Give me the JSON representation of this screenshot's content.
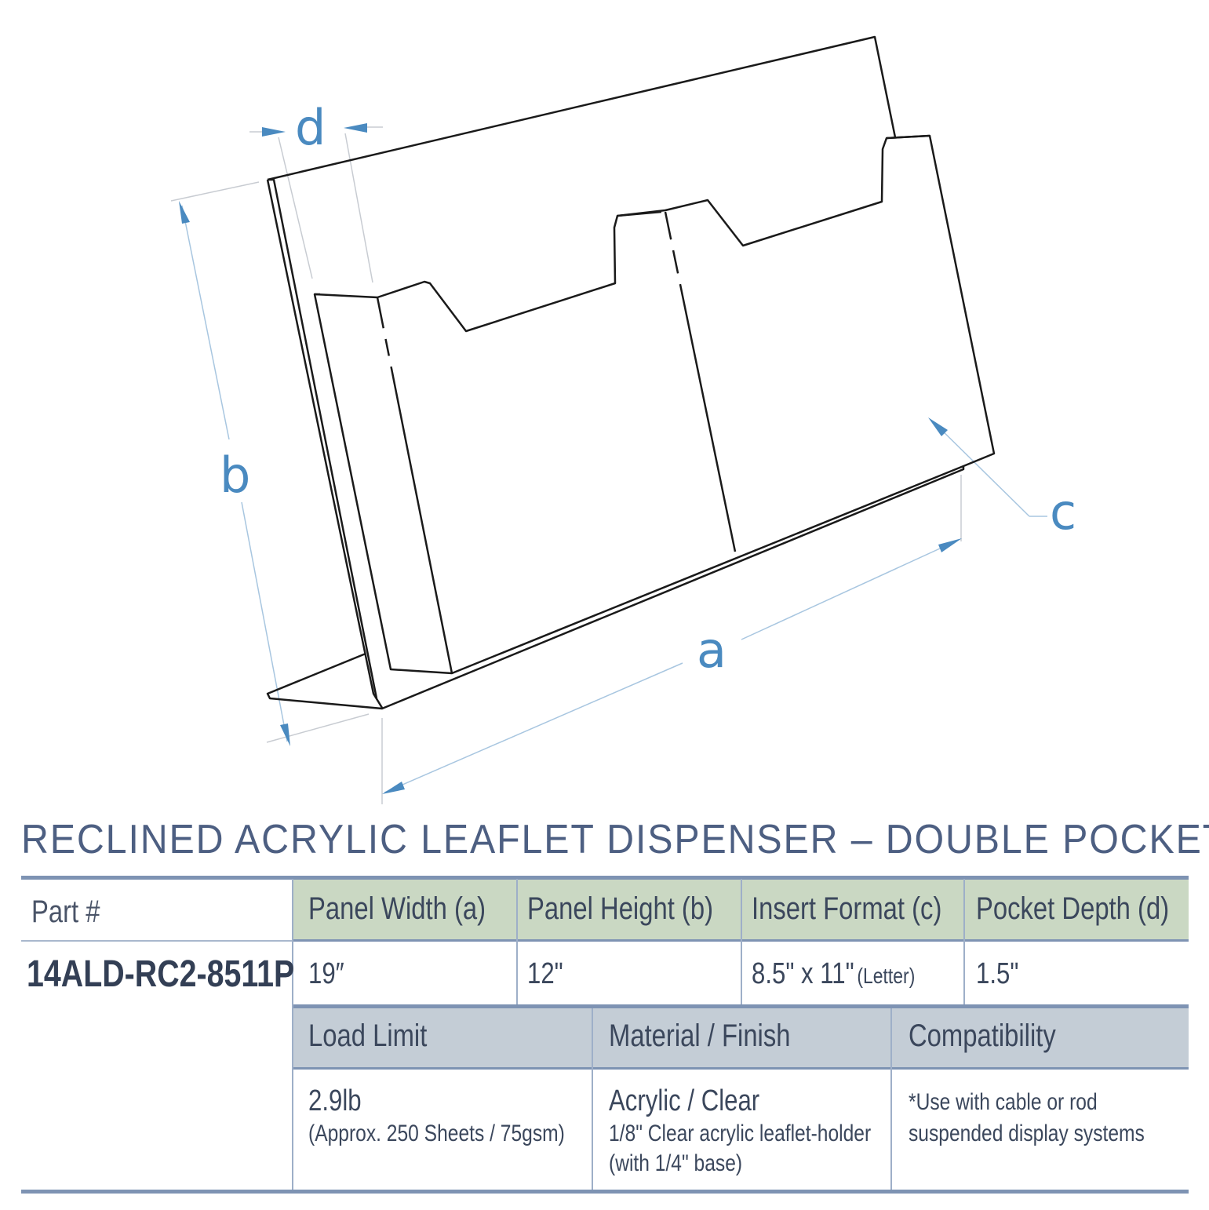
{
  "diagram": {
    "labels": {
      "a": "a",
      "b": "b",
      "c": "c",
      "d": "d"
    },
    "colors": {
      "dimension": "#4a8ac0",
      "outline": "#1a1a1a",
      "extension": "#c8ccd2"
    }
  },
  "title": "RECLINED ACRYLIC LEAFLET DISPENSER – DOUBLE POCKET",
  "table": {
    "part_label": "Part #",
    "part_number": "14ALD-RC2-8511P",
    "headers_top": [
      "Panel Width (a)",
      "Panel Height (b)",
      "Insert Format (c)",
      "Pocket Depth (d)"
    ],
    "values_top": {
      "width": "19″",
      "height": "12\"",
      "insert_main": "8.5\" x 11\"",
      "insert_note": "(Letter)",
      "depth": "1.5\""
    },
    "headers_bottom": [
      "Load Limit",
      "Material / Finish",
      "Compatibility"
    ],
    "load": {
      "main": "2.9lb",
      "note": "(Approx. 250 Sheets / 75gsm)"
    },
    "material": {
      "main": "Acrylic / Clear",
      "line1": "1/8\" Clear acrylic leaflet-holder",
      "line2": "(with 1/4\" base)"
    },
    "compat": {
      "line1": "*Use with cable or rod",
      "line2": "suspended display systems"
    },
    "colors": {
      "header_top_bg": "#cad8c3",
      "header_bottom_bg": "#c4cdd6",
      "rule": "#7e93b3",
      "title": "#4d5f82"
    }
  }
}
